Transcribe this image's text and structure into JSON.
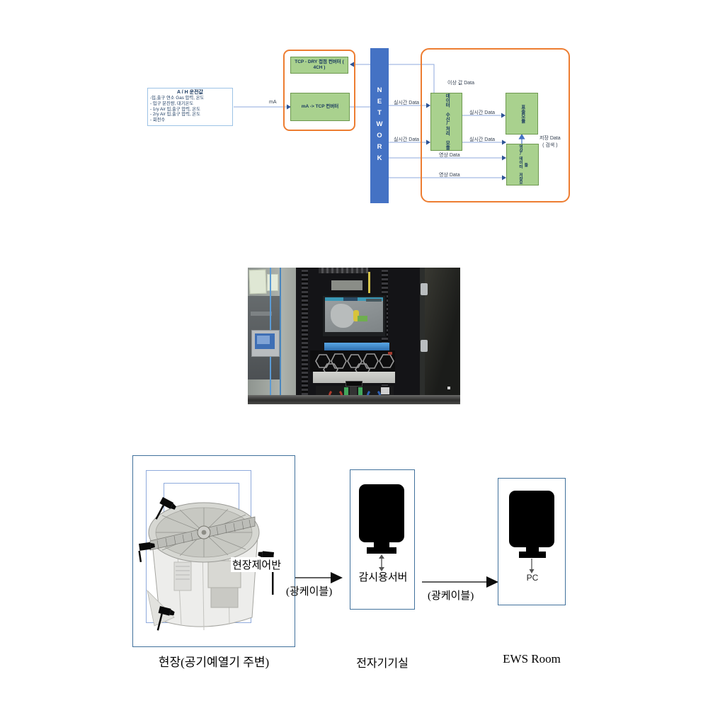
{
  "top_diagram": {
    "ah_box": {
      "title": "A / H 운전값",
      "lines": [
        "-입,출구 연소 Gas 압력, 온도",
        "- 입구 분진량, 대기온도",
        "- 1ry Air 입,출구 압력, 온도",
        "- 2ry Air 입,출구 압력, 온도",
        "- 회전수"
      ]
    },
    "ma_label": "mA",
    "tcp_dry_converter": "TCP - DRY 접점 컨버터 ( 4CH )",
    "ma_tcp_converter": "mA -> TCP 컨버터",
    "network": "NETWORK",
    "modules": {
      "recv": "데이터 수신/처리 모듈",
      "display": "표출모듈",
      "storage": "영상/데이터 저장모듈"
    },
    "labels": {
      "alarm": "이상 값 Data",
      "realtime": "실시간 Data",
      "video": "영상 Data",
      "save_line1": "저장 Data",
      "save_line2": "( 검색 )"
    },
    "colors": {
      "module_green": "#A9D18E",
      "frame_orange": "#ED7D31",
      "network_blue": "#4472C4",
      "connector_blue": "#8FAADC"
    }
  },
  "photo": {
    "content": "server-rack-photo",
    "colors": {
      "rack_black": "#141417",
      "tray_blue": "#3E8FD8",
      "wall_gray": "#A8ADA9"
    }
  },
  "bottom_diagram": {
    "site": {
      "inner_label": "현장제어반",
      "caption": "현장(공기예열기 주변)"
    },
    "server": {
      "label": "감시용서버",
      "caption": "전자기기실"
    },
    "pc": {
      "label": "PC",
      "caption": "EWS Room"
    },
    "cable_label": "(광케이블)"
  }
}
